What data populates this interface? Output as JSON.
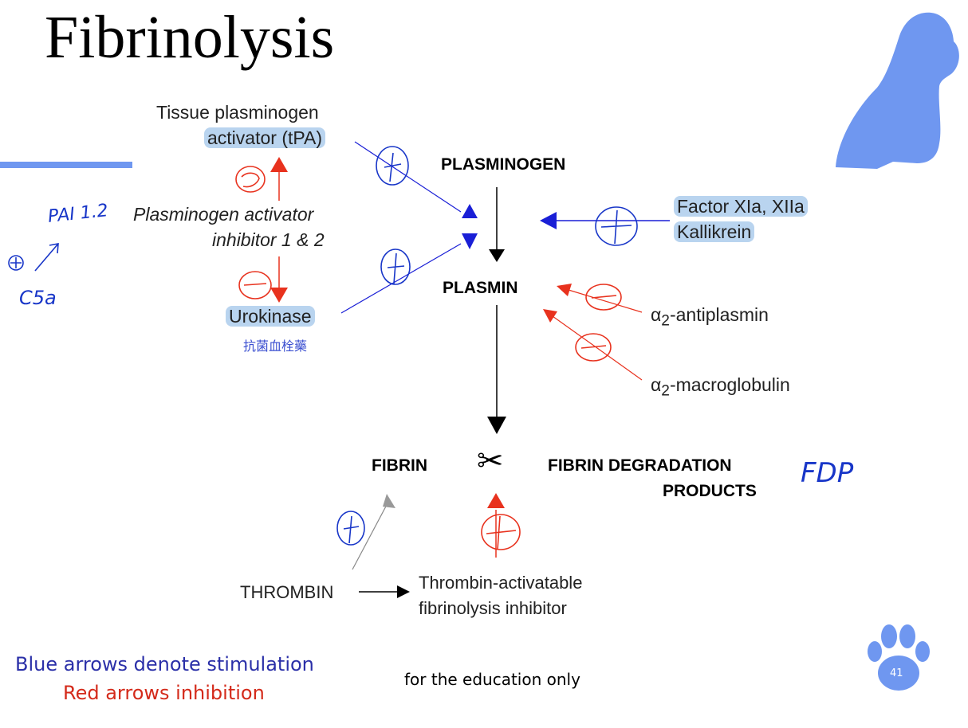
{
  "slide": {
    "title": "Fibrinolysis",
    "page_number": "41",
    "footer_note": "for the education only"
  },
  "legend": {
    "blue_line": "Blue arrows denote stimulation",
    "red_line": "Red arrows inhibition"
  },
  "nodes": {
    "tpa_line1": "Tissue plasminogen",
    "tpa_line2": "activator (tPA)",
    "pai_line1": "Plasminogen activator",
    "pai_line2": "inhibitor 1 & 2",
    "urokinase": "Urokinase",
    "urokinase_note": "抗菌血栓藥",
    "plasminogen": "PLASMINOGEN",
    "plasmin": "PLASMIN",
    "factor_line1": "Factor XIa, XIIa",
    "factor_line2": "Kallikrein",
    "antiplasmin_prefix": "α",
    "antiplasmin_sub": "2",
    "antiplasmin_suffix": "-antiplasmin",
    "macroglobulin_prefix": "α",
    "macroglobulin_sub": "2",
    "macroglobulin_suffix": "-macroglobulin",
    "fibrin": "FIBRIN",
    "scissors": "✂",
    "fdp_line1": "FIBRIN DEGRADATION",
    "fdp_line2": "PRODUCTS",
    "thrombin": "THROMBIN",
    "tafi_line1": "Thrombin-activatable",
    "tafi_line2": "fibrinolysis inhibitor"
  },
  "handwriting": {
    "pai": "PAI 1.2",
    "c5a": "C5a",
    "plus_sign": "⊕",
    "fdp": "FDP"
  },
  "colors": {
    "stimulation": "#1a1fd6",
    "inhibition": "#e8321e",
    "legend_blue": "#2a2fa8",
    "legend_red": "#d42a1a",
    "accent": "#6f97f0"
  }
}
